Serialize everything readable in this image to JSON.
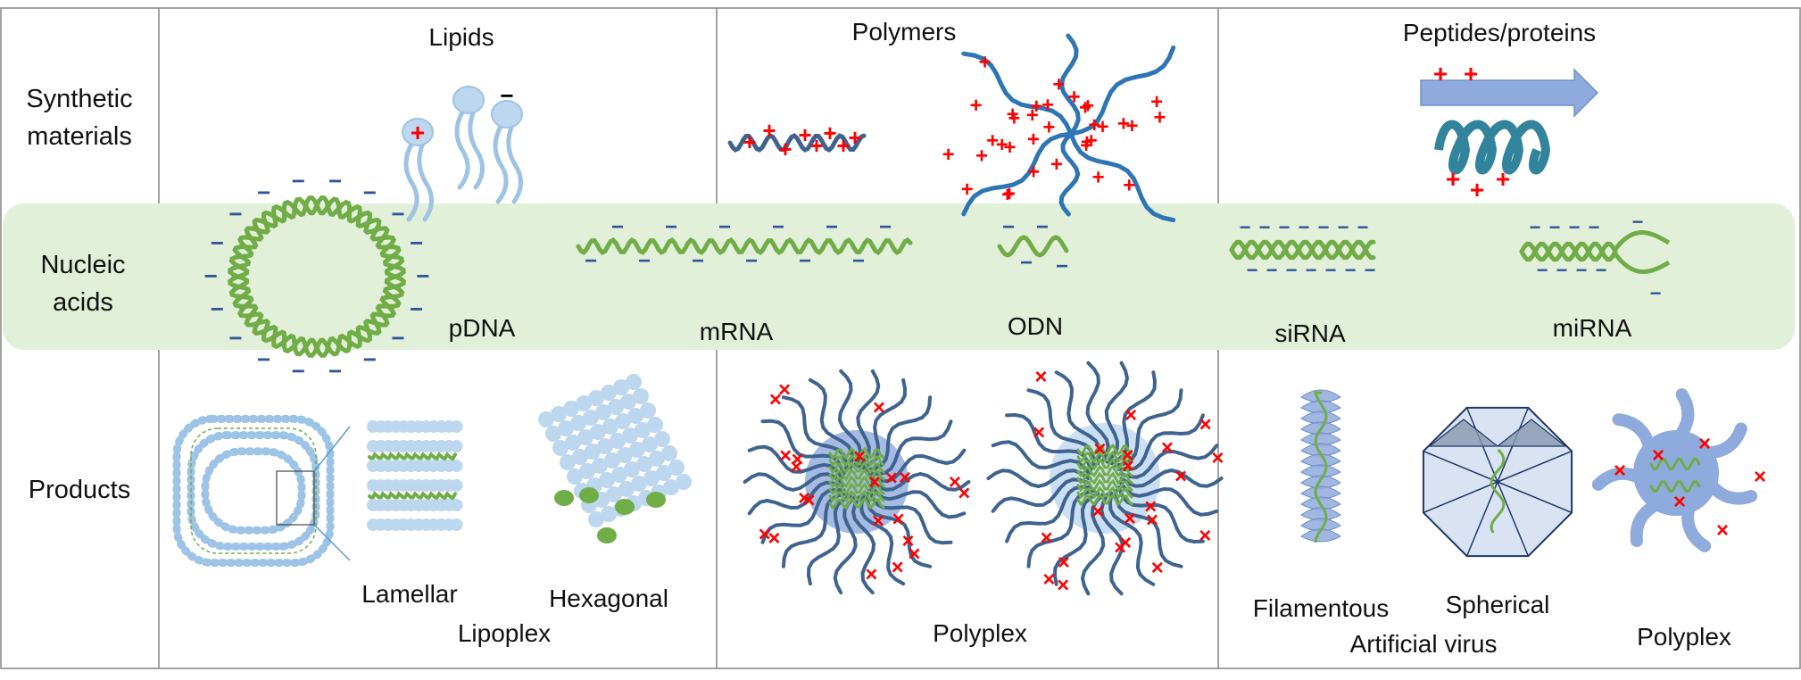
{
  "rows": {
    "synthetic_materials": [
      "Synthetic",
      "materials"
    ],
    "nucleic_acids": [
      "Nucleic",
      "acids"
    ],
    "products": "Products"
  },
  "columns": {
    "lipids": "Lipids",
    "polymers": "Polymers",
    "peptides": "Peptides/proteins"
  },
  "nucleic_acids": {
    "pdna": "pDNA",
    "mrna": "mRNA",
    "odn": "ODN",
    "sirna": "siRNA",
    "mirna": "miRNA"
  },
  "products": {
    "lamellar": "Lamellar",
    "hexagonal": "Hexagonal",
    "lipoplex": "Lipoplex",
    "polyplex_polymer": "Polyplex",
    "filamentous": "Filamentous",
    "spherical": "Spherical",
    "artificial_virus": "Artificial virus",
    "polyplex_peptide": "Polyplex"
  },
  "charges": {
    "plus": "+",
    "minus": "−",
    "cross": "×"
  },
  "colors": {
    "nucleic_band": "#e2efd9",
    "dna_green": "#70ad47",
    "polymer_blue": "#3f6390",
    "polymer_blue_light": "#2e75b6",
    "lipid_blue": "#9dc3e6",
    "lipid_fill": "#bdd7ee",
    "charge_red": "#ff0000",
    "charge_blue": "#2f5597",
    "grid_line": "#7f7f7f",
    "arrow_fill": "#8faadc"
  }
}
